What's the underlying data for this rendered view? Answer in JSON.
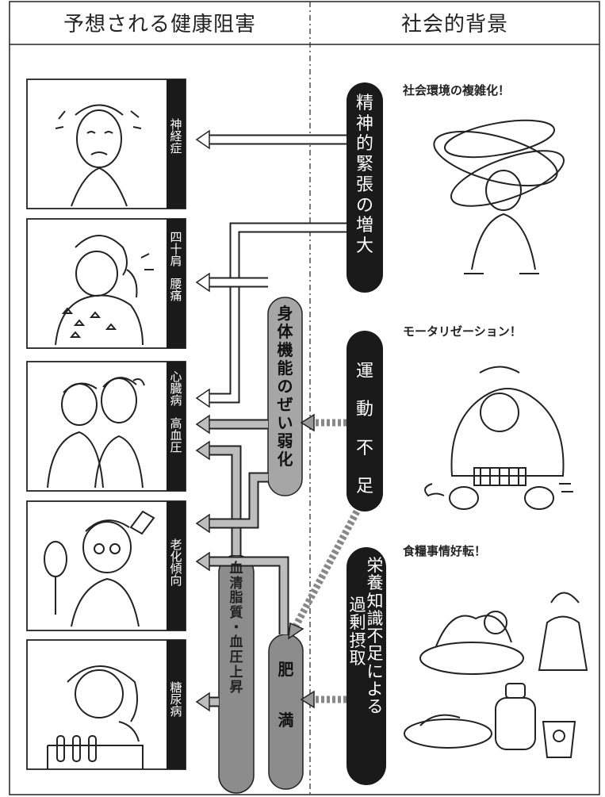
{
  "headers": {
    "left": "予想される健康阻害",
    "right": "社会的背景"
  },
  "health_effects": [
    {
      "id": "neurosis",
      "label": "神経症"
    },
    {
      "id": "frozen-shoulder-lumbago",
      "label": "四十肩　腰痛"
    },
    {
      "id": "heart-disease-hypertension",
      "label": "心臓病　高血圧"
    },
    {
      "id": "aging",
      "label": "老化傾向"
    },
    {
      "id": "diabetes",
      "label": "糖尿病"
    }
  ],
  "factors": {
    "mental_stress": "精神的緊張の増大",
    "physical_decline": "身体機能のぜい弱化",
    "lack_of_exercise": "運動不足",
    "overintake": {
      "line1": "栄養知識不足による",
      "line2": "過剰摂取"
    },
    "obesity": "肥満",
    "serum_bp": "血清脂質・血圧上昇"
  },
  "backgrounds": {
    "social_complexity": "社会環境の複雑化！",
    "motorization": "モータリゼーション！",
    "food_improvement": "食糧事情好転！"
  },
  "colors": {
    "black": "#1a1a1a",
    "gray_bar": "#a6a6a6",
    "dark_gray_bar": "#8c8c8c",
    "arrow_gray": "#9a9a9a"
  }
}
